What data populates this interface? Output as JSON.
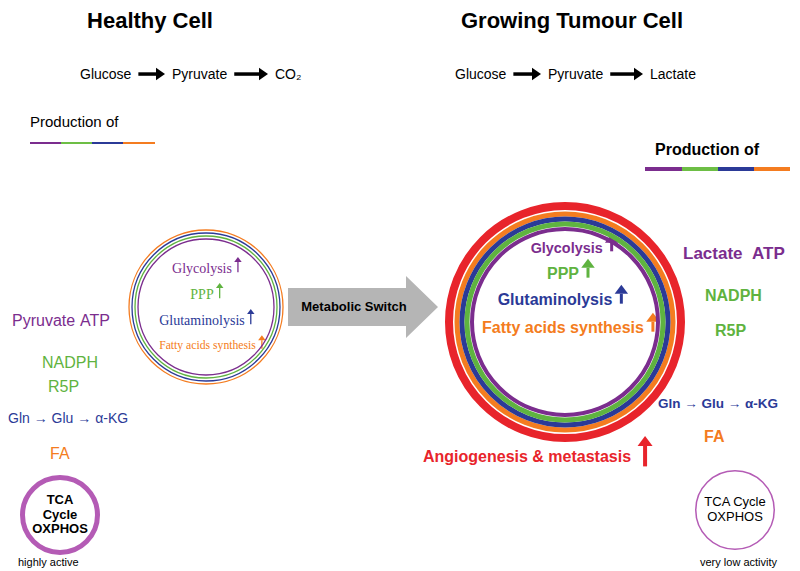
{
  "diagram": {
    "nodes": [
      {
        "text": [
          "Glycolysis",
          "PPP",
          "Glutaminolysis",
          "Fatty acids synthesis"
        ]
      },
      {
        "text": [
          "Metabolic Switch"
        ]
      },
      {
        "text": [
          "Glycolysis",
          "PPP",
          "Glutaminolysis",
          "Fatty acids synthesis"
        ]
      },
      {
        "text": [
          "TCA Cycle OXPHOS"
        ]
      },
      {
        "text": [
          "TCA Cycle OXPHOS"
        ]
      }
    ],
    "labels": [
      "Healthy Cell",
      "Growing Tumour Cell",
      "Glucose",
      "Pyruvate",
      "CO₂",
      "Glucose",
      "Pyruvate",
      "Lactate",
      "Production of",
      "Production of",
      "Pyruvate",
      "ATP",
      "NADPH",
      "R5P",
      "Gln → Glu → α-KG",
      "FA",
      "highly active",
      "Lactate",
      "ATP",
      "NADPH",
      "R5P",
      "Gln → Glu → α-KG",
      "FA",
      "Angiogenesis & metastasis",
      "very low activity"
    ]
  }
}
